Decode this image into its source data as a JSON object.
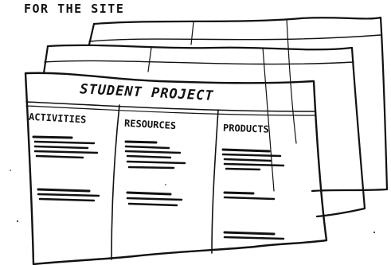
{
  "caption": "FOR THE SITE",
  "front_sheet": {
    "title": "STUDENT PROJECT",
    "columns": [
      {
        "heading": "ACTIVITIES"
      },
      {
        "heading": "RESOURCES"
      },
      {
        "heading": "PRODUCTS"
      }
    ]
  }
}
